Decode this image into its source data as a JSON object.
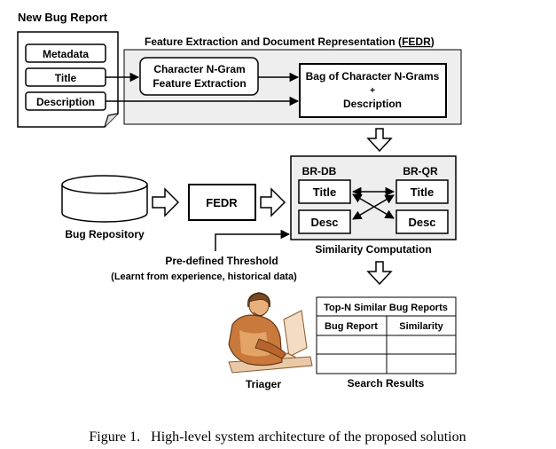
{
  "new_bug_report": {
    "title": "New Bug Report",
    "fields": [
      "Metadata",
      "Title",
      "Description"
    ]
  },
  "fedr": {
    "title_prefix": "Feature Extraction and Document Representation (",
    "title_abbr": "FEDR",
    "title_suffix": ")",
    "ngram_box": [
      "Character N-Gram",
      "Feature Extraction"
    ],
    "bag_box": [
      "Bag of Character N-Grams",
      "+",
      "Description"
    ]
  },
  "repository": {
    "label": "Bug Repository",
    "fedr_box": "FEDR"
  },
  "similarity": {
    "left_header": "BR-DB",
    "right_header": "BR-QR",
    "left_items": [
      "Title",
      "Desc"
    ],
    "right_items": [
      "Title",
      "Desc"
    ],
    "caption": "Similarity Computation"
  },
  "threshold": {
    "line1": "Pre-defined Threshold",
    "line2": "(Learnt from experience, historical data)"
  },
  "results": {
    "table_title": "Top-N Similar Bug Reports",
    "columns": [
      "Bug Report",
      "Similarity"
    ],
    "caption": "Search Results",
    "triager": "Triager"
  },
  "figure_caption": "Figure 1.   High-level system architecture of the proposed solution"
}
